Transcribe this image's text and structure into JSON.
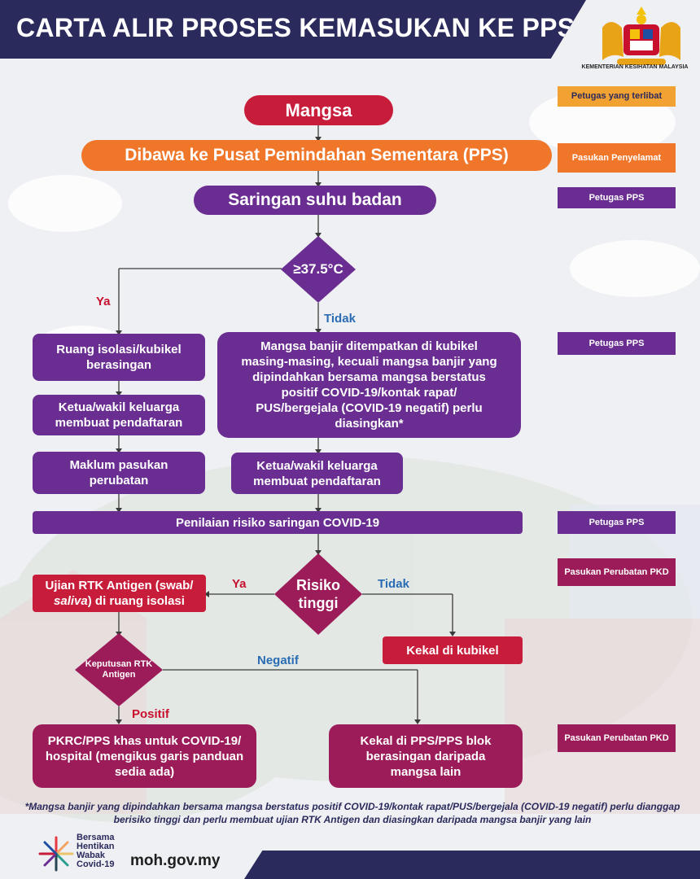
{
  "header": {
    "title": "CARTA ALIR PROSES KEMASUKAN KE PPS"
  },
  "logo": {
    "ministry": "KEMENTERIAN KESIHATAN MALAYSIA"
  },
  "flow": {
    "mangsa": "Mangsa",
    "dibawa": "Dibawa ke Pusat Pemindahan Sementara (PPS)",
    "saringan": "Saringan suhu badan",
    "suhu": "≥37.5°C",
    "ya1": "Ya",
    "tidak1": "Tidak",
    "ruang": "Ruang isolasi/kubikel berasingan",
    "ketua_left": "Ketua/wakil keluarga membuat pendaftaran",
    "maklum": "Maklum pasukan perubatan",
    "mangsa_banjir": "Mangsa banjir ditempatkan di kubikel masing-masing, kecuali mangsa banjir yang dipindahkan bersama mangsa berstatus positif COVID-19/kontak rapat/ PUS/bergejala (COVID-19 negatif) perlu diasingkan*",
    "ketua_right": "Ketua/wakil keluarga membuat pendaftaran",
    "penilaian": "Penilaian risiko saringan COVID-19",
    "risiko": "Risiko tinggi",
    "ya2": "Ya",
    "tidak2": "Tidak",
    "ujian_pre": "Ujian RTK Antigen (swab/",
    "ujian_italic": "saliva",
    "ujian_post": ") di ruang isolasi",
    "kekal_kubikel": "Kekal di kubikel",
    "keputusan": "Keputusan RTK Antigen",
    "negatif": "Negatif",
    "positif": "Positif",
    "pkrc": "PKRC/PPS khas untuk COVID-19/ hospital (mengikus garis panduan sedia ada)",
    "kekal_pps": "Kekal di PPS/PPS blok berasingan daripada mangsa lain"
  },
  "officers": {
    "header": "Petugas yang terlibat",
    "penyelamat": "Pasukan Penyelamat",
    "pps1": "Petugas PPS",
    "pps2": "Petugas PPS",
    "pps3": "Petugas PPS",
    "pkd1": "Pasukan Perubatan PKD",
    "pkd2": "Pasukan Perubatan PKD"
  },
  "footer": {
    "note": "*Mangsa banjir yang dipindahkan bersama mangsa berstatus positif COVID-19/kontak rapat/PUS/bergejala (COVID-19 negatif) perlu dianggap berisiko tinggi dan perlu membuat ujian RTK Antigen dan diasingkan daripada mangsa banjir yang lain",
    "campaign_1": "Bersama",
    "campaign_2": "Hentikan",
    "campaign_3": "Wabak",
    "campaign_4": "Covid-19",
    "url": "moh.gov.my"
  },
  "colors": {
    "navy": "#2b2a5c",
    "purple": "#6a2d91",
    "crimson": "#c81d3a",
    "orange": "#f0772a",
    "magenta": "#9c1c59",
    "red_label": "#c8102e",
    "blue_label": "#2a6cb3"
  },
  "icons": [
    "malaysia-crest-icon",
    "covid-campaign-logo-icon"
  ]
}
